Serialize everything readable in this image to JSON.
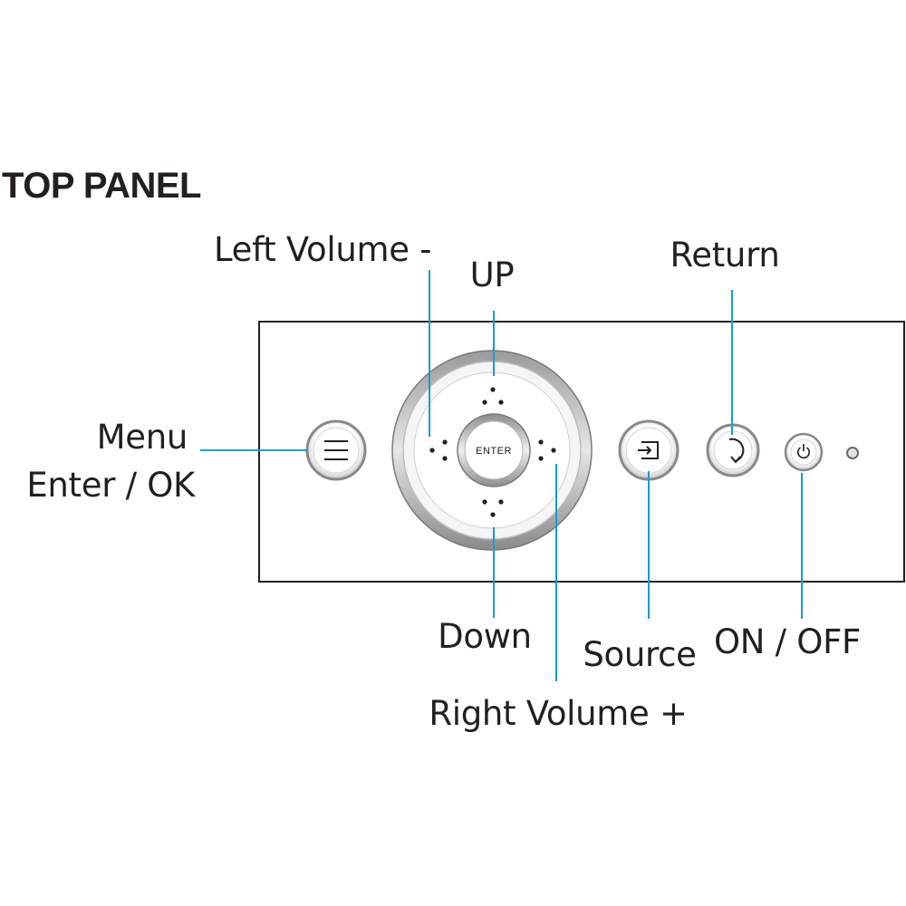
{
  "title": "TOP PANEL",
  "labels": {
    "menu": "Menu",
    "enter_ok": "Enter / OK",
    "left_volume": "Left Volume -",
    "up": "UP",
    "return": "Return",
    "down": "Down",
    "source": "Source",
    "on_off": "ON / OFF",
    "right_volume": "Right Volume +"
  },
  "buttons": {
    "enter": "ENTER"
  },
  "icons": {
    "menu": "hamburger-icon",
    "source": "input-source-icon",
    "return": "return-arrow-icon",
    "power": "power-icon",
    "led": "led-indicator"
  },
  "colors": {
    "callout": "#1a9ad6",
    "outline": "#231f20"
  }
}
